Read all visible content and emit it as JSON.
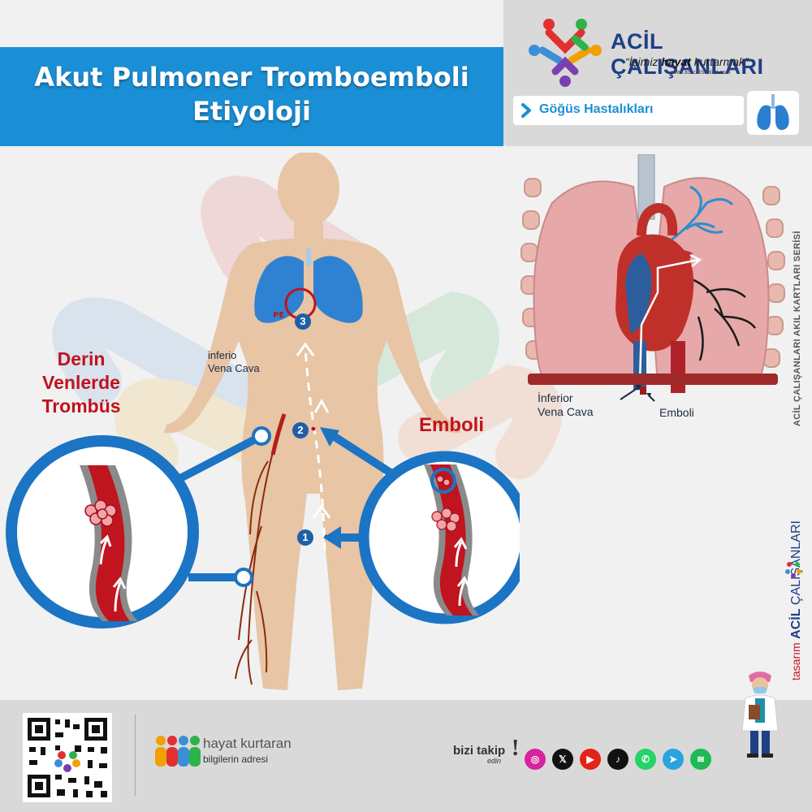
{
  "header": {
    "title_line1": "Akut Pulmoner Tromboemboli",
    "title_line2": "Etiyoloji",
    "brand_name": "ACİL ÇALIŞANLARI",
    "slogan_open": "“İşimiz ",
    "slogan_bold": "hayat",
    "slogan_close": " kurtarmak”",
    "url": "www.acilcalisanlari.com",
    "category": "Göğüs Hastalıkları",
    "category_icon": "chevron-right-icon",
    "badge_icon": "lungs-icon"
  },
  "labels": {
    "dvt_line1": "Derin",
    "dvt_line2": "Venlerde",
    "dvt_line3": "Trombüs",
    "emboli": "Emboli",
    "ivc_line1": "inferio",
    "ivc_line2": "Vena Cava",
    "pe": "PE",
    "step1": "1",
    "step2": "2",
    "step3": "3"
  },
  "lung_panel": {
    "ivc_line1": "İnferior",
    "ivc_line2": "Vena Cava",
    "emboli": "Emboli"
  },
  "side": {
    "series": "ACİL ÇALIŞANLARI AKIL KARTLARI SERİSİ",
    "design_word": "tasarım",
    "design_brand_bold": "ACİL",
    "design_brand_rest": " ÇALIŞANLARI"
  },
  "footer": {
    "hk_main": "hayat kurtaran",
    "hk_sub": "bilgilerin adresi",
    "follow_main": "bizi takip",
    "follow_sub": "edin",
    "follow_excl": "!",
    "socials": [
      {
        "icon": "instagram-icon",
        "glyph": "◎",
        "color": "#d6249f"
      },
      {
        "icon": "x-icon",
        "glyph": "𝕏",
        "color": "#111111"
      },
      {
        "icon": "youtube-icon",
        "glyph": "▶",
        "color": "#e62117"
      },
      {
        "icon": "tiktok-icon",
        "glyph": "♪",
        "color": "#111111"
      },
      {
        "icon": "whatsapp-icon",
        "glyph": "✆",
        "color": "#25d366"
      },
      {
        "icon": "telegram-icon",
        "glyph": "➤",
        "color": "#2aa3df"
      },
      {
        "icon": "spotify-icon",
        "glyph": "≋",
        "color": "#1db954"
      }
    ]
  },
  "colors": {
    "accent_blue": "#1b8fd6",
    "deep_blue": "#1f3f86",
    "blood_red": "#c1121f",
    "skin": "#e7c5a5"
  }
}
